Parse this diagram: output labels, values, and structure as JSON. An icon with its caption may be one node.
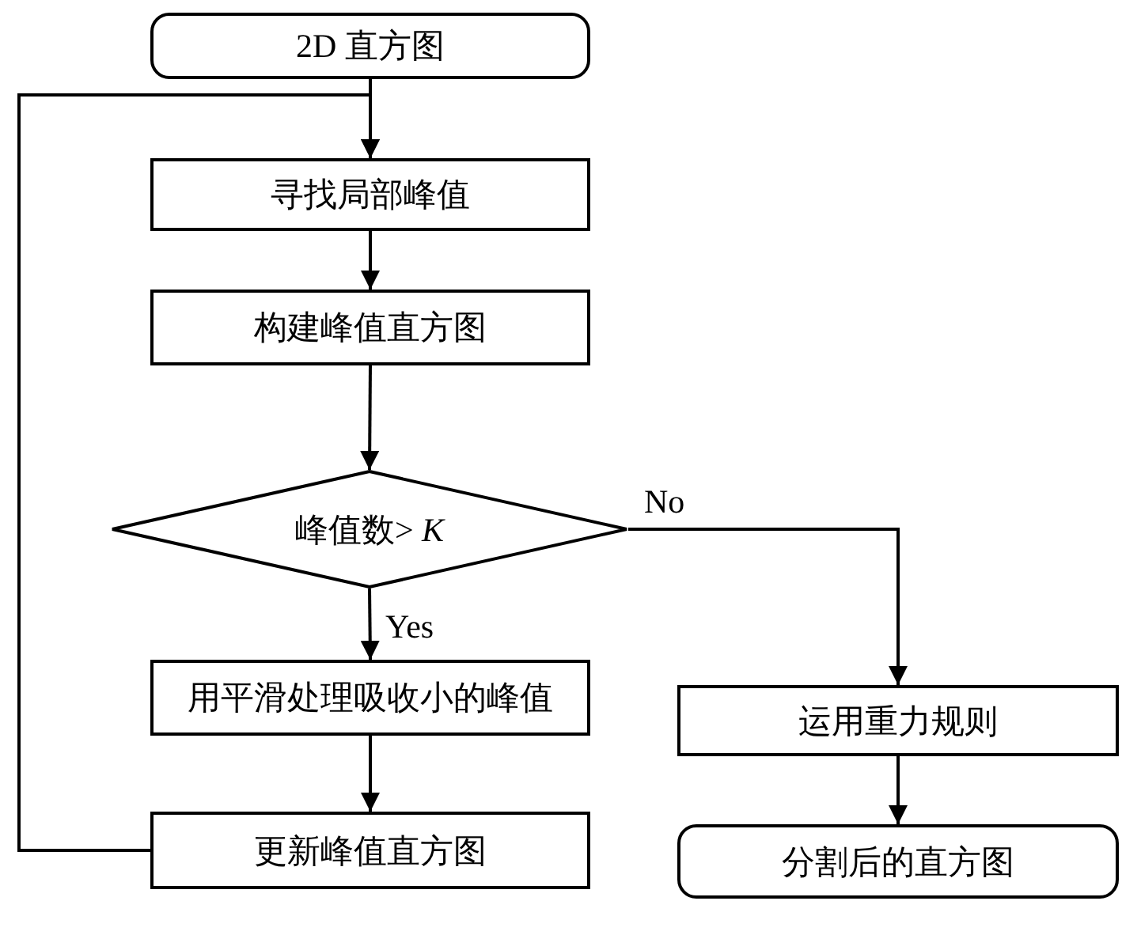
{
  "diagram": {
    "nodes": [
      {
        "text": [
          "2D 直方图"
        ]
      },
      {
        "text": [
          "寻找局部峰值"
        ]
      },
      {
        "text": [
          "构建峰值直方图"
        ]
      },
      {
        "text": [
          "峰值数> *K*"
        ]
      },
      {
        "text": [
          "用平滑处理吸收小的峰值"
        ]
      },
      {
        "text": [
          "运用重力规则"
        ]
      },
      {
        "text": [
          "更新峰值直方图"
        ]
      },
      {
        "text": [
          "分割后的直方图"
        ]
      }
    ],
    "edges": [
      {
        "from": 0,
        "to": 1,
        "arrow": "to"
      },
      {
        "from": 1,
        "to": 2,
        "arrow": "to"
      },
      {
        "from": 2,
        "to": 3,
        "arrow": "to"
      },
      {
        "from": 3,
        "to": 4,
        "arrow": "to",
        "label": "Yes"
      },
      {
        "from": 3,
        "to": 5,
        "arrow": "to",
        "label": "No"
      },
      {
        "from": 4,
        "to": 6,
        "arrow": "to"
      },
      {
        "from": 6,
        "to": 1,
        "arrow": "to"
      },
      {
        "from": 5,
        "to": 7,
        "arrow": "to"
      }
    ]
  }
}
